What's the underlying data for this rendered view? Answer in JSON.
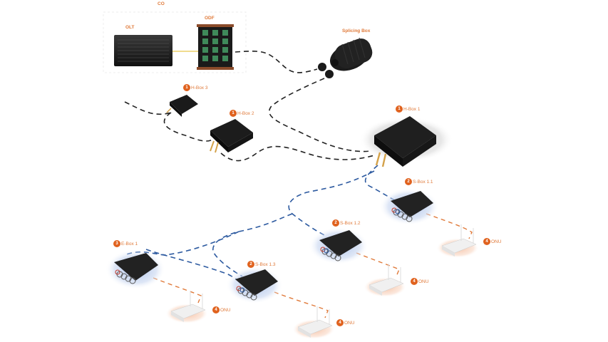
{
  "title": "FTTH Network Topology",
  "colors": {
    "label": "#e07a3a",
    "badge": "#e0621e",
    "feeder_cable": "#222222",
    "distribution_cable": "#2d5aa0",
    "drop_cable": "#e07a3a",
    "patch_cord": "#e8c84a"
  },
  "central_office": {
    "label": "CO",
    "olt_label": "OLT",
    "odf_label": "ODF"
  },
  "splicing_box": {
    "label": "Splicing Box"
  },
  "h_boxes": [
    {
      "badge": "1",
      "label": "H-Box 3"
    },
    {
      "badge": "1",
      "label": "H-Box 2"
    },
    {
      "badge": "1",
      "label": "H-Box 1"
    }
  ],
  "s_boxes": [
    {
      "badge": "2",
      "label": "S-Box 1.1"
    },
    {
      "badge": "2",
      "label": "S-Box 1.2"
    },
    {
      "badge": "2",
      "label": "S-Box 1.3"
    }
  ],
  "e_boxes": [
    {
      "badge": "3",
      "label": "E-Box 1"
    }
  ],
  "onus": [
    {
      "badge": "4",
      "label": "ONU"
    },
    {
      "badge": "4",
      "label": "ONU"
    },
    {
      "badge": "4",
      "label": "ONU"
    },
    {
      "badge": "4",
      "label": "ONU"
    }
  ]
}
